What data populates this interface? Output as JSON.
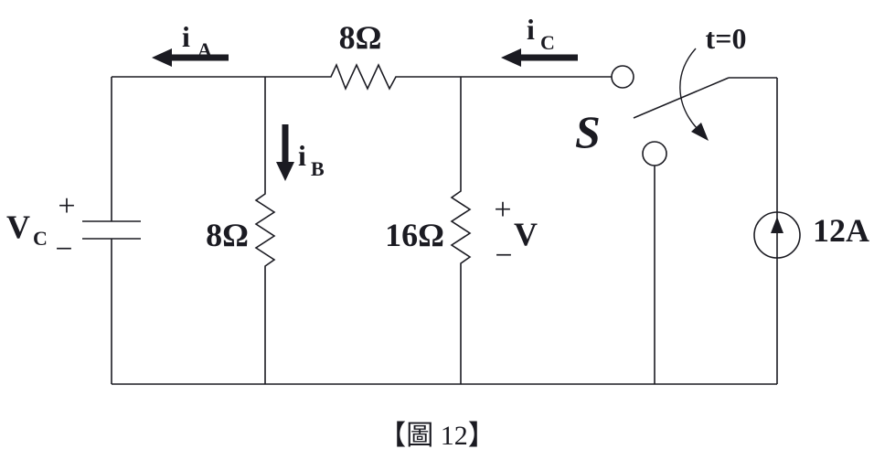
{
  "colors": {
    "ink": "#1b1b22",
    "background": "#ffffff"
  },
  "caption": "【圖 12】",
  "circuit": {
    "capacitor": {
      "label": "V",
      "label_sub": "C",
      "plus": "+",
      "minus": "−"
    },
    "resistor_shunt_8": {
      "value": "8Ω"
    },
    "resistor_series_8": {
      "value": "8Ω"
    },
    "resistor_16": {
      "value": "16Ω"
    },
    "voltage_v": {
      "label": "V",
      "plus": "+",
      "minus": "−"
    },
    "switch": {
      "label": "S",
      "annotation": "t=0"
    },
    "current_source": {
      "value": "12A"
    },
    "current_iA": {
      "base": "i",
      "sub": "A"
    },
    "current_iB": {
      "base": "i",
      "sub": "B"
    },
    "current_iC": {
      "base": "i",
      "sub": "C"
    }
  }
}
